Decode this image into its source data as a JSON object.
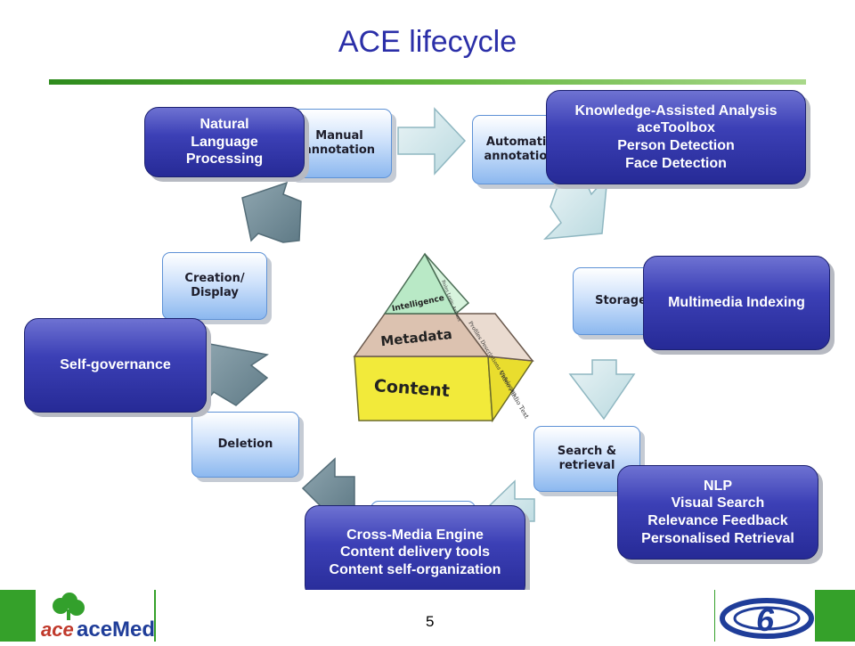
{
  "title": "ACE lifecycle",
  "stages": {
    "manual": "Manual annotation",
    "automatic": "Automatic annotation",
    "storage": "Storage",
    "search": "Search & retrieval",
    "consumption": "",
    "deletion": "Deletion",
    "creation": "Creation/ Display"
  },
  "pyramid": {
    "top": "Intelligence",
    "top_side": "Rules Logic Axioms",
    "middle": "Metadata",
    "middle_side": "Profiles Descriptions Ontologies",
    "bottom": "Content",
    "bottom_side": "Video Audio Text"
  },
  "callouts": {
    "nlp_top": [
      "Natural",
      "Language",
      "Processing"
    ],
    "knowledge": [
      "Knowledge-Assisted Analysis",
      "aceToolbox",
      "Person Detection",
      "Face Detection"
    ],
    "indexing": [
      "Multimedia Indexing"
    ],
    "search_tools": [
      "NLP",
      "Visual Search",
      "Relevance Feedback",
      "Personalised Retrieval"
    ],
    "crossmedia": [
      "Cross-Media Engine",
      "Content delivery tools",
      "Content self-organization"
    ],
    "selfgov": [
      "Self-governance"
    ]
  },
  "footer": {
    "page_number": "5",
    "logo_left": "aceMedia",
    "logo_right": "6"
  },
  "colors": {
    "title": "#2b2fa8",
    "footer_green": "#35a12a",
    "callout_blue": "#2d31a3",
    "stage_blue": "#9cc3f3"
  }
}
